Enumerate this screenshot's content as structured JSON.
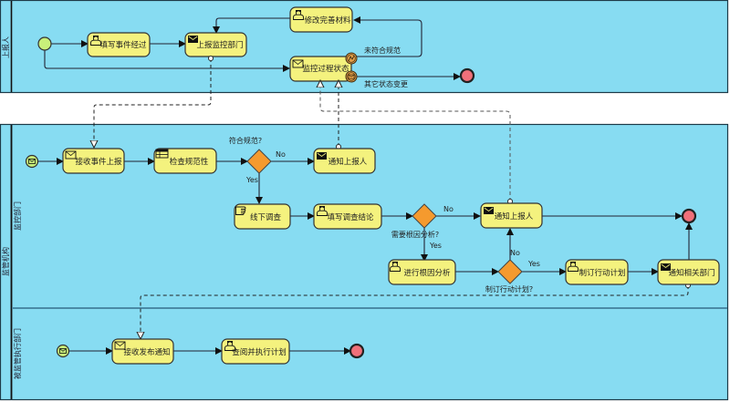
{
  "pools": {
    "reporter": {
      "label": "上报人"
    },
    "regulator": {
      "label": "监管机构",
      "lanes": [
        {
          "label": "监控部门"
        },
        {
          "label": "被监管执行部门"
        }
      ]
    }
  },
  "reporter_tasks": {
    "fill_event": "填写事件经过",
    "report_dept": "上报监控部门",
    "revise": "修改完善材料",
    "monitor": "监控过程状态"
  },
  "reporter_labels": {
    "noncompliant": "未符合规范",
    "other_change": "其它状态变更"
  },
  "monitor_tasks": {
    "receive_report": "接收事件上报",
    "check": "检查规范性",
    "notify1": "通知上报人",
    "offline": "线下调查",
    "fill_conclusion": "填写调查结论",
    "notify2": "通知上报人",
    "root_cause": "进行根因分析",
    "action_plan": "制订行动计划",
    "notify_depts": "通知相关部门"
  },
  "gateways": {
    "compliant_q": "符合规范?",
    "rootcause_q": "需要根因分析?",
    "plan_q": "制订行动计划?"
  },
  "flow_labels": {
    "no": "No",
    "yes": "Yes"
  },
  "exec_tasks": {
    "receive_notice": "接收发布通知",
    "review_execute": "查阅并执行计划"
  },
  "colors": {
    "pool": "#87dcf2",
    "task": "#f4f27e",
    "gateway": "#f59a2e",
    "start": "#c8f07a",
    "end": "#f0707a"
  }
}
